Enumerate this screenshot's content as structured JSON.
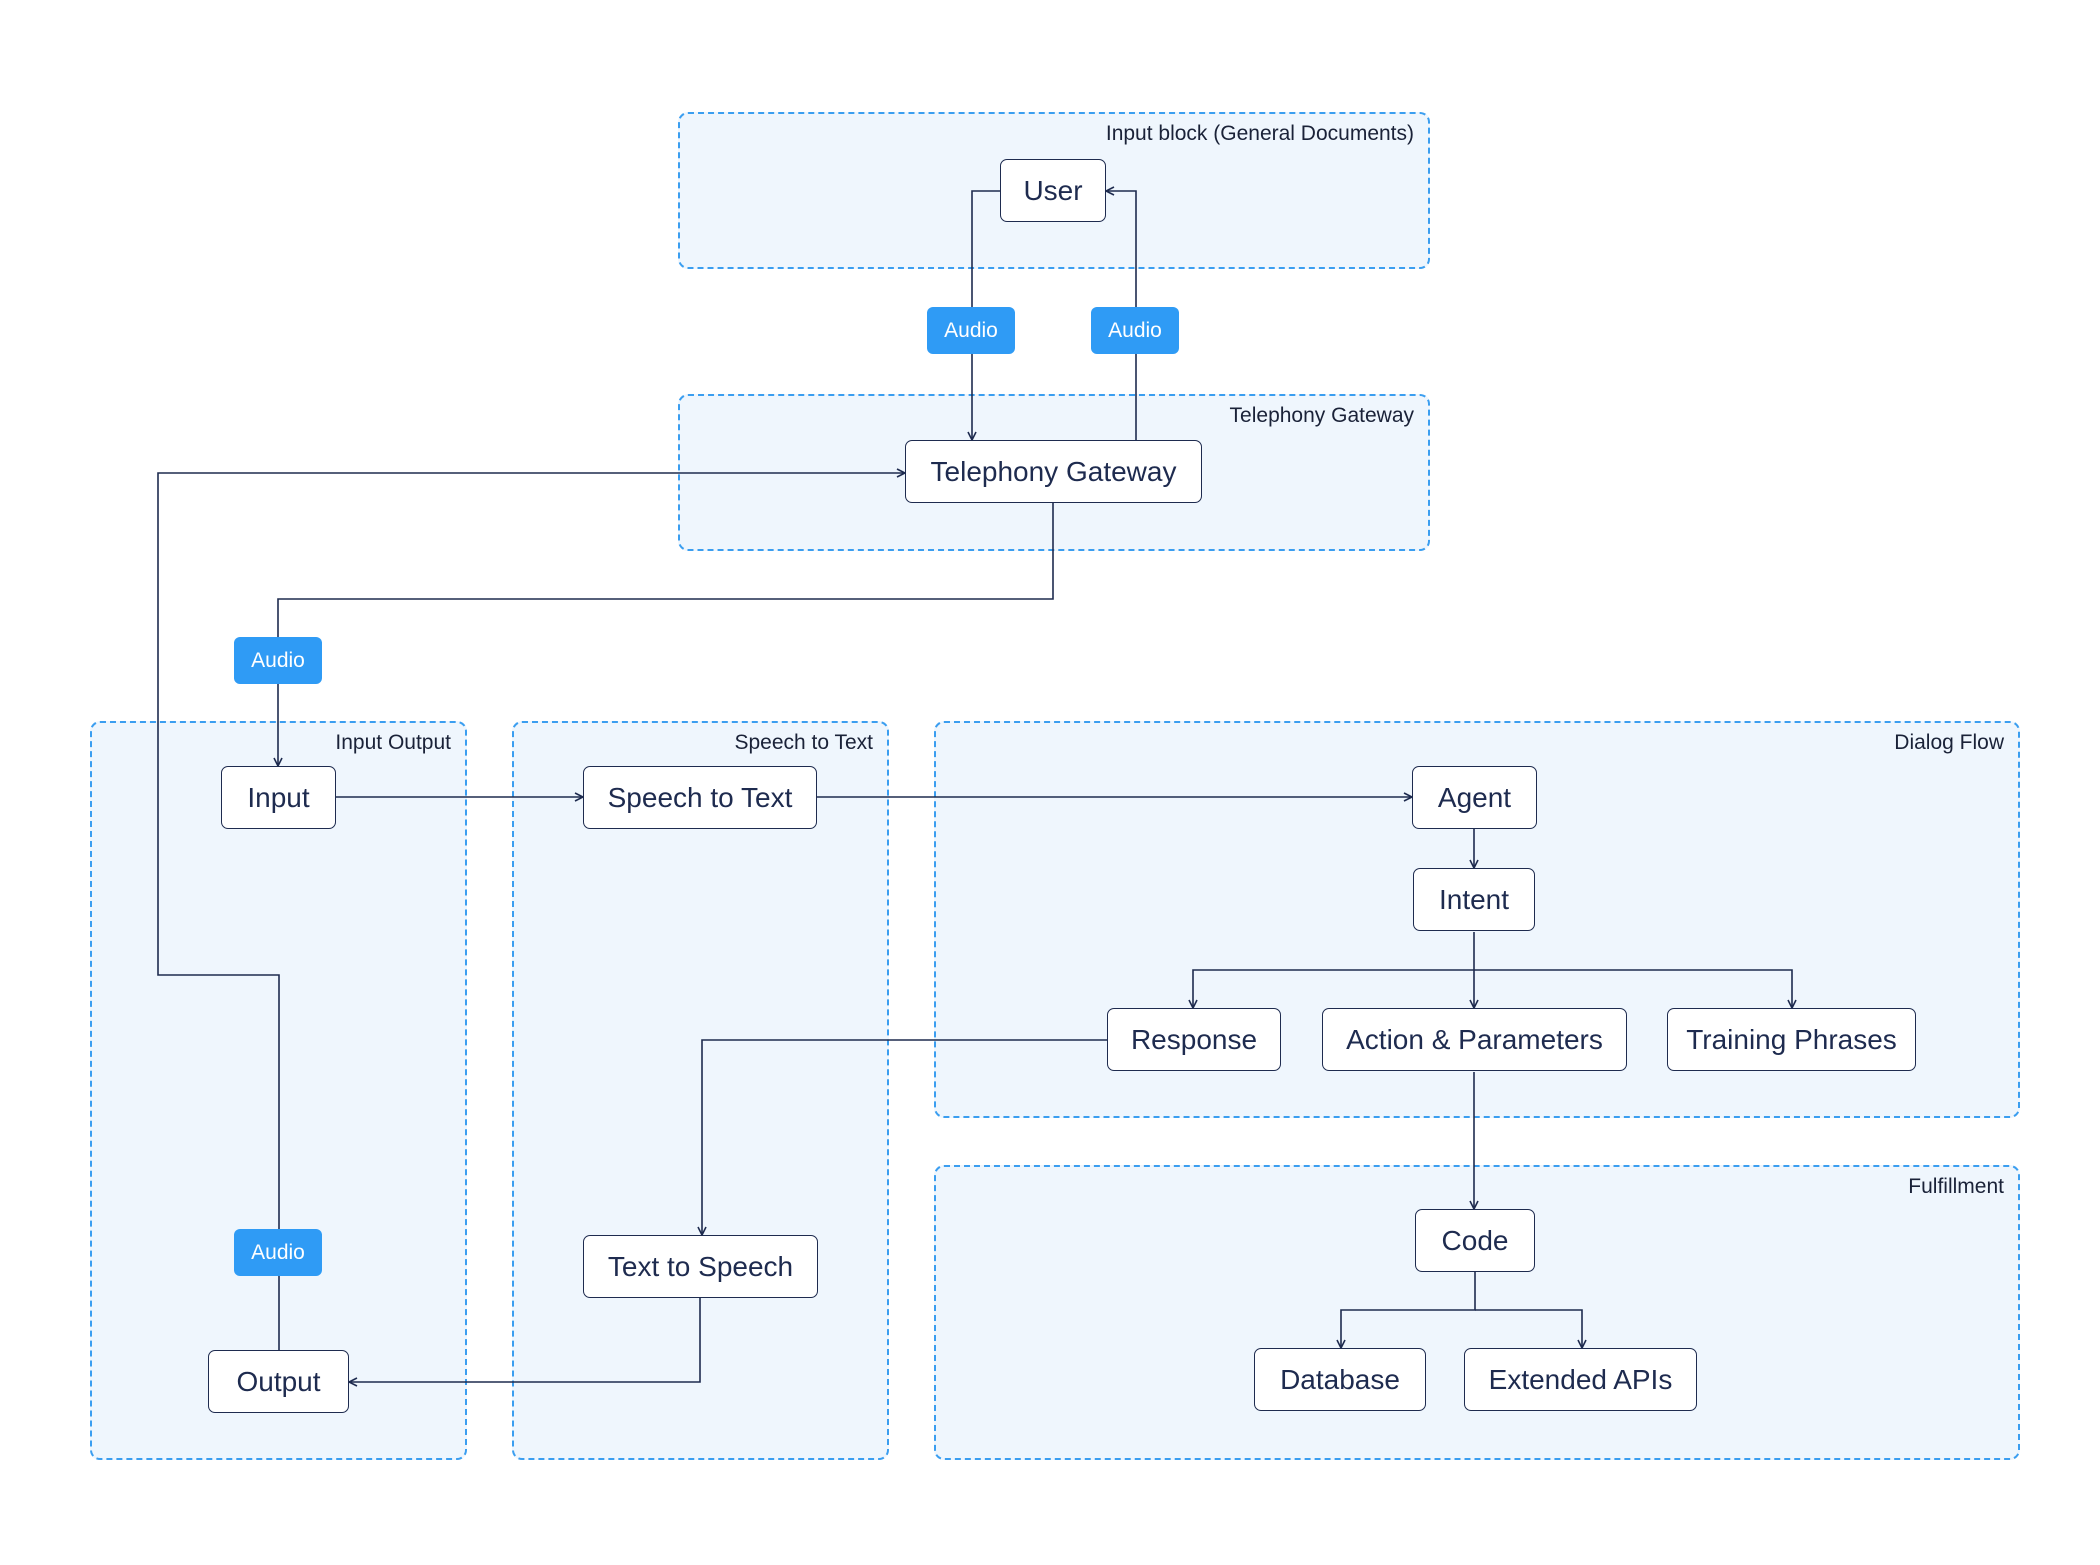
{
  "groups": {
    "input_block": "Input block (General Documents)",
    "telephony": "Telephony Gateway",
    "input_output": "Input Output",
    "speech_to_text": "Speech to Text",
    "dialog_flow": "Dialog Flow",
    "fulfillment": "Fulfillment"
  },
  "nodes": {
    "user": "User",
    "telephony_gateway": "Telephony Gateway",
    "input": "Input",
    "output": "Output",
    "speech_to_text": "Speech to Text",
    "text_to_speech": "Text to Speech",
    "agent": "Agent",
    "intent": "Intent",
    "response": "Response",
    "action_parameters": "Action & Parameters",
    "training_phrases": "Training Phrases",
    "code": "Code",
    "database": "Database",
    "extended_apis": "Extended APIs"
  },
  "badges": {
    "user_to_gateway": "Audio",
    "gateway_to_user": "Audio",
    "gateway_to_input": "Audio",
    "output_to_gateway": "Audio"
  },
  "edges": [
    {
      "from": "user",
      "to": "telephony_gateway",
      "label": "user_to_gateway"
    },
    {
      "from": "telephony_gateway",
      "to": "user",
      "label": "gateway_to_user"
    },
    {
      "from": "telephony_gateway",
      "to": "input",
      "label": "gateway_to_input"
    },
    {
      "from": "input",
      "to": "speech_to_text"
    },
    {
      "from": "speech_to_text",
      "to": "agent"
    },
    {
      "from": "agent",
      "to": "intent"
    },
    {
      "from": "intent",
      "to": "response"
    },
    {
      "from": "intent",
      "to": "action_parameters"
    },
    {
      "from": "intent",
      "to": "training_phrases"
    },
    {
      "from": "response",
      "to": "text_to_speech"
    },
    {
      "from": "text_to_speech",
      "to": "output"
    },
    {
      "from": "output",
      "to": "telephony_gateway",
      "label": "output_to_gateway"
    },
    {
      "from": "action_parameters",
      "to": "code"
    },
    {
      "from": "code",
      "to": "database"
    },
    {
      "from": "code",
      "to": "extended_apis"
    }
  ],
  "colors": {
    "group_fill": "#eff6fd",
    "group_border": "#3b9ef0",
    "node_border": "#1e2b4f",
    "badge": "#2f9bf5"
  }
}
